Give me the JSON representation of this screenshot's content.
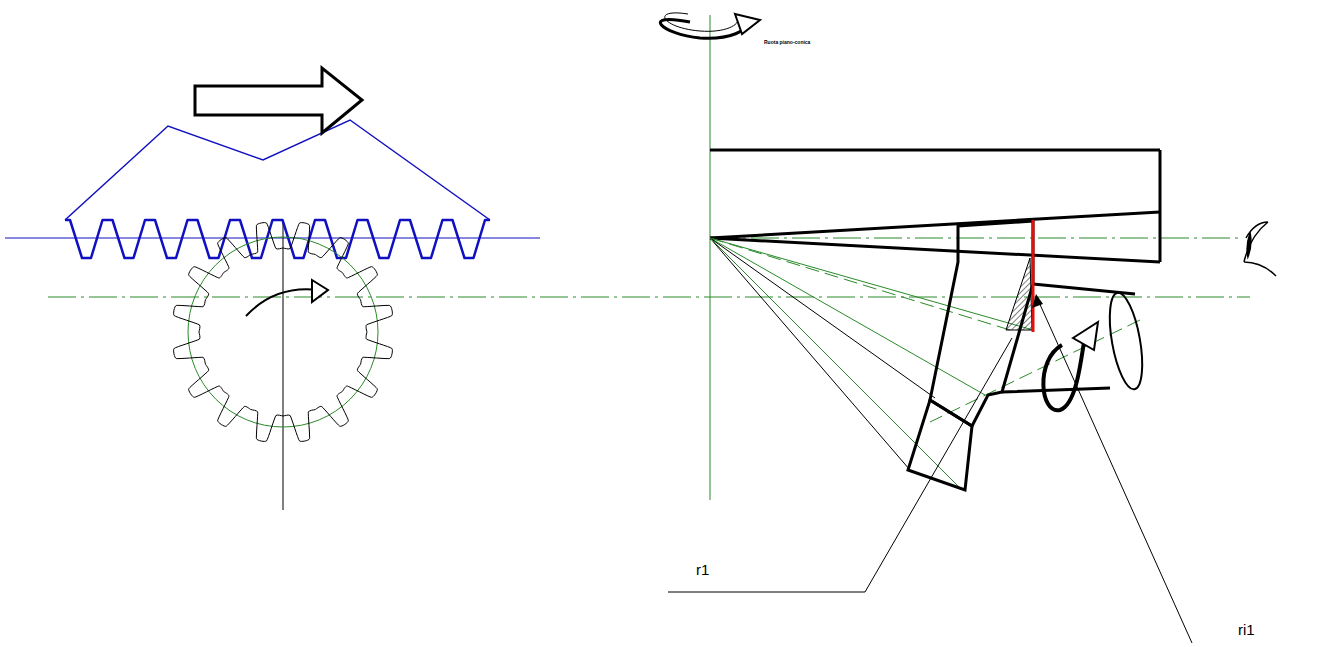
{
  "diagram": {
    "labels": [
      "Ruota piano-conica",
      "r1",
      "ri1"
    ]
  }
}
